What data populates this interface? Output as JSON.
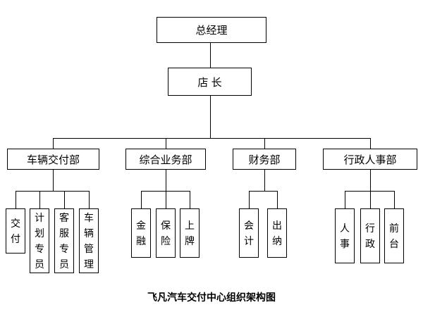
{
  "chart": {
    "caption": "飞凡汽车交付中心组织架构图",
    "root": "总经理",
    "manager": "店 长",
    "departments": [
      {
        "label": "车辆交付部",
        "children": [
          "交付",
          "计划专员",
          "客服专员",
          "车辆管理"
        ]
      },
      {
        "label": "综合业务部",
        "children": [
          "金融",
          "保险",
          "上牌"
        ]
      },
      {
        "label": "财务部",
        "children": [
          "会计",
          "出纳"
        ]
      },
      {
        "label": "行政人事部",
        "children": [
          "人事",
          "行政",
          "前台"
        ]
      }
    ]
  }
}
